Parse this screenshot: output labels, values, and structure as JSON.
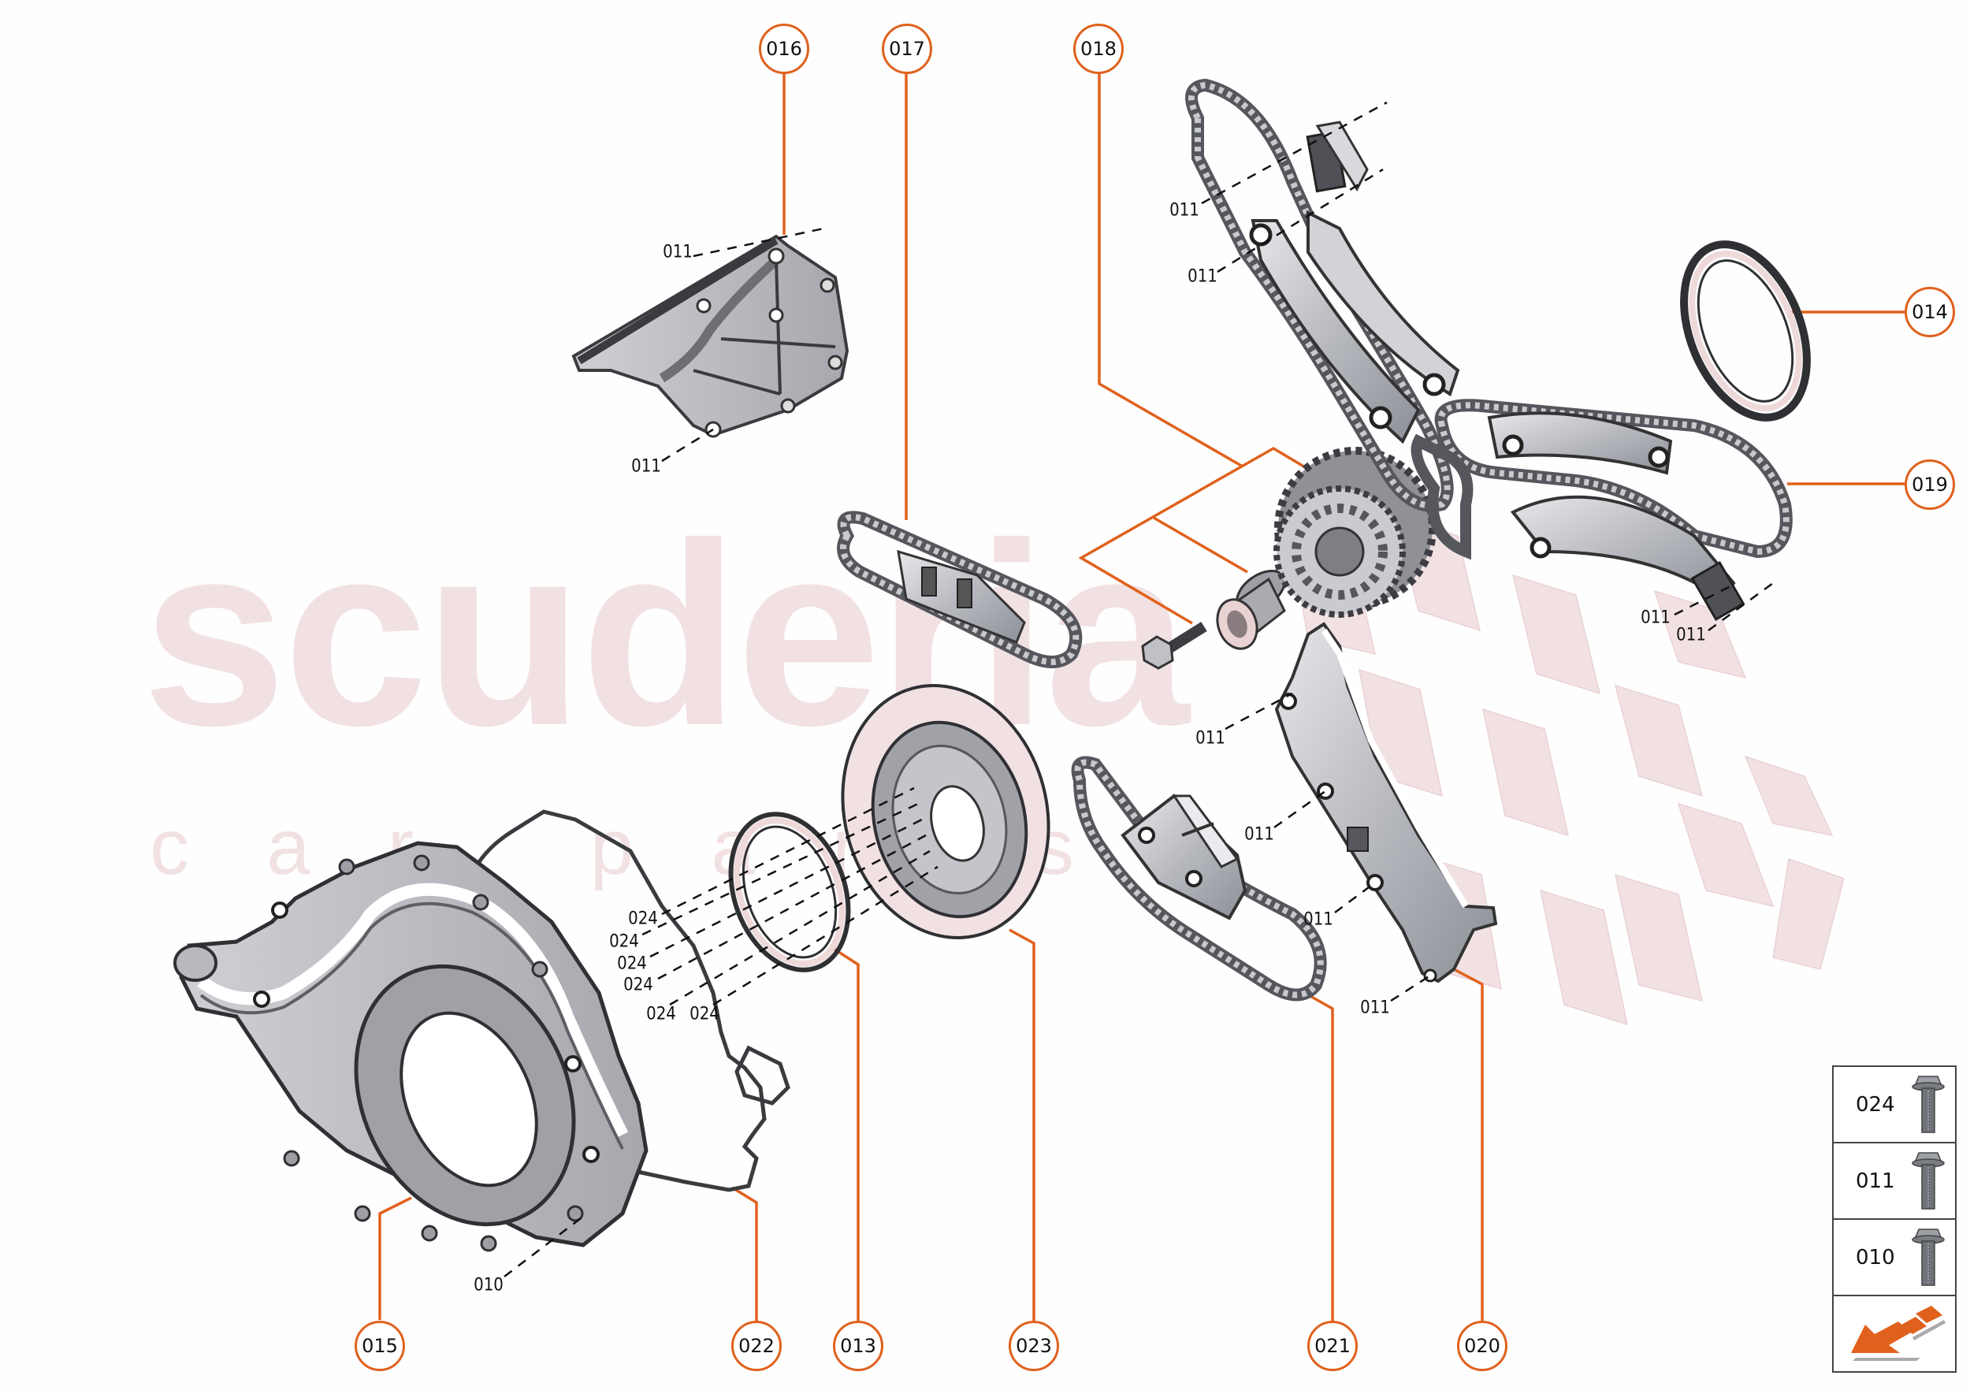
{
  "watermark": {
    "brand": "scuderia",
    "subtitle": "car parts",
    "color": "#f2e1e3"
  },
  "colors": {
    "callout_orange": "#e0611d",
    "part_gray": "#9a9ca3",
    "part_dark": "#4a4c52",
    "part_light": "#d9dade",
    "label_text": "#111111"
  },
  "callouts": [
    {
      "id": "016",
      "label": "016"
    },
    {
      "id": "017",
      "label": "017"
    },
    {
      "id": "018",
      "label": "018"
    },
    {
      "id": "014",
      "label": "014"
    },
    {
      "id": "019",
      "label": "019"
    },
    {
      "id": "015",
      "label": "015"
    },
    {
      "id": "022",
      "label": "022"
    },
    {
      "id": "013",
      "label": "013"
    },
    {
      "id": "023",
      "label": "023"
    },
    {
      "id": "021",
      "label": "021"
    },
    {
      "id": "020",
      "label": "020"
    }
  ],
  "fastener_labels": {
    "l011_a": "011",
    "l011_b": "011",
    "l011_c": "011",
    "l011_d": "011",
    "l011_e": "011",
    "l011_f": "011",
    "l011_g": "011",
    "l011_h": "011",
    "l011_i": "011",
    "l011_j": "011",
    "l010_a": "010",
    "l024_a": "024",
    "l024_b": "024",
    "l024_c": "024",
    "l024_d": "024",
    "l024_e": "024",
    "l024_f": "024"
  },
  "legend": {
    "rows": [
      {
        "code": "024",
        "icon": "bolt-icon"
      },
      {
        "code": "011",
        "icon": "bolt-icon"
      },
      {
        "code": "010",
        "icon": "bolt-icon"
      }
    ],
    "arrow_icon": "direction-arrow-icon"
  }
}
